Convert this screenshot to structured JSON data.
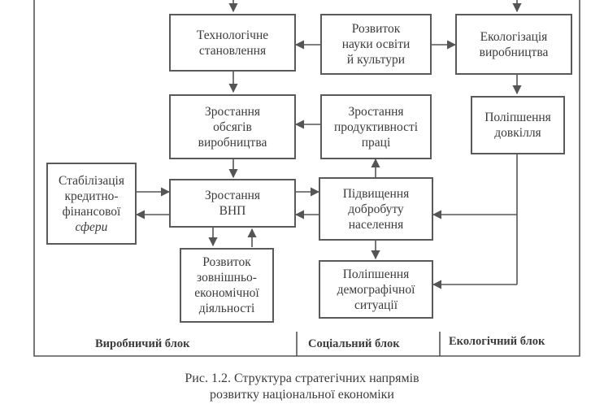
{
  "boxes": {
    "tech": [
      "Технологічне",
      "становлення"
    ],
    "science": [
      "Розвиток",
      "науки освіти",
      "й культури"
    ],
    "ecologization": [
      "Екологізація",
      "виробництва"
    ],
    "production_growth": [
      "Зростання",
      "обсягів",
      "виробництва"
    ],
    "productivity": [
      "Зростання",
      "продуктивності",
      "праці"
    ],
    "environment": [
      "Поліпшення",
      "довкілля"
    ],
    "stabilization": [
      "Стабілізація",
      "кредитно-",
      "фінансової",
      "сфери"
    ],
    "gnp": [
      "Зростання",
      "ВНП"
    ],
    "welfare": [
      "Підвищення",
      "добробуту",
      "населення"
    ],
    "foreign": [
      "Розвиток",
      "зовнішньо-",
      "економічної",
      "діяльності"
    ],
    "demography": [
      "Поліпшення",
      "демографічної",
      "ситуації"
    ]
  },
  "blocks": {
    "production": "Виробничий блок",
    "social": "Соціальний блок",
    "ecological": "Екологічний блок"
  },
  "caption": {
    "line1": "Рис. 1.2. Структура стратегічних напрямів",
    "line2": "розвитку національної економіки"
  }
}
